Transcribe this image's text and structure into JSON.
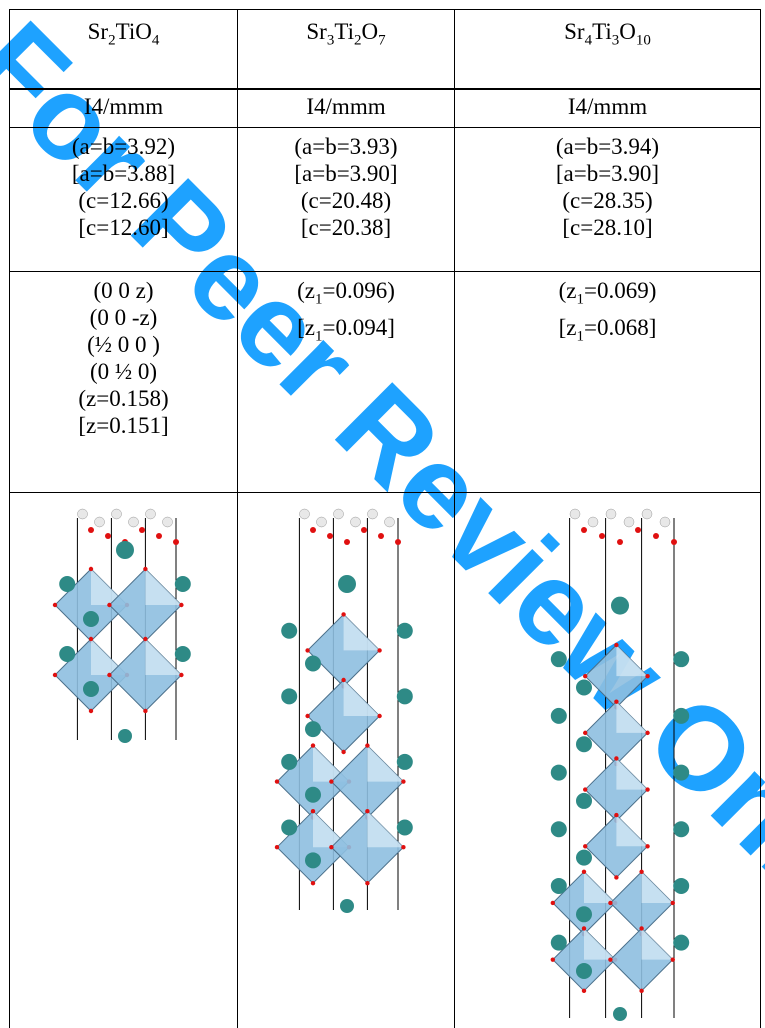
{
  "watermark": "For Peer Review Only",
  "table": {
    "columns": [
      {
        "formula": {
          "parts": [
            {
              "t": "Sr"
            },
            {
              "sub": "2"
            },
            {
              "t": "TiO"
            },
            {
              "sub": "4"
            }
          ]
        },
        "space_group": "I4/mmm",
        "lattice": [
          "(a=b=3.92)",
          "[a=b=3.88]",
          "(c=12.66)",
          "[c=12.60]"
        ],
        "positions": [
          "(0 0 z)",
          "(0 0 -z)",
          "(½ 0 0 )",
          "(0 ½ 0)",
          "(z=0.158)",
          "[z=0.151]"
        ],
        "structure_image": "Sr2TiO4 crystal structure"
      },
      {
        "formula": {
          "parts": [
            {
              "t": "Sr"
            },
            {
              "sub": "3"
            },
            {
              "t": "Ti"
            },
            {
              "sub": "2"
            },
            {
              "t": "O"
            },
            {
              "sub": "7"
            }
          ]
        },
        "space_group": "I4/mmm",
        "lattice": [
          "(a=b=3.93)",
          "[a=b=3.90]",
          "(c=20.48)",
          "[c=20.38]"
        ],
        "positions": [
          {
            "parts": [
              {
                "t": "(z"
              },
              {
                "sub": "1"
              },
              {
                "t": "=0.096)"
              }
            ]
          },
          {
            "parts": [
              {
                "t": "[z"
              },
              {
                "sub": "1"
              },
              {
                "t": "=0.094]"
              }
            ]
          }
        ],
        "structure_image": "Sr3Ti2O7 crystal structure"
      },
      {
        "formula": {
          "parts": [
            {
              "t": "Sr"
            },
            {
              "sub": "4"
            },
            {
              "t": "Ti"
            },
            {
              "sub": "3"
            },
            {
              "t": "O"
            },
            {
              "sub": "10"
            }
          ]
        },
        "space_group": "I4/mmm",
        "lattice": [
          "(a=b=3.94)",
          "[a=b=3.90]",
          "(c=28.35)",
          "[c=28.10]"
        ],
        "positions": [
          {
            "parts": [
              {
                "t": "(z"
              },
              {
                "sub": "1"
              },
              {
                "t": "=0.069)"
              }
            ]
          },
          {
            "parts": [
              {
                "t": "[z"
              },
              {
                "sub": "1"
              },
              {
                "t": "=0.068]"
              }
            ]
          }
        ],
        "structure_image": "Sr4Ti3O10 crystal structure"
      }
    ]
  },
  "colors": {
    "sr_atom": "#2e8a86",
    "octahedron": "#8ebfe0",
    "oxygen": "#e01010",
    "apical_atom": "#e8e8e8",
    "watermark": "#1ea2ff"
  }
}
